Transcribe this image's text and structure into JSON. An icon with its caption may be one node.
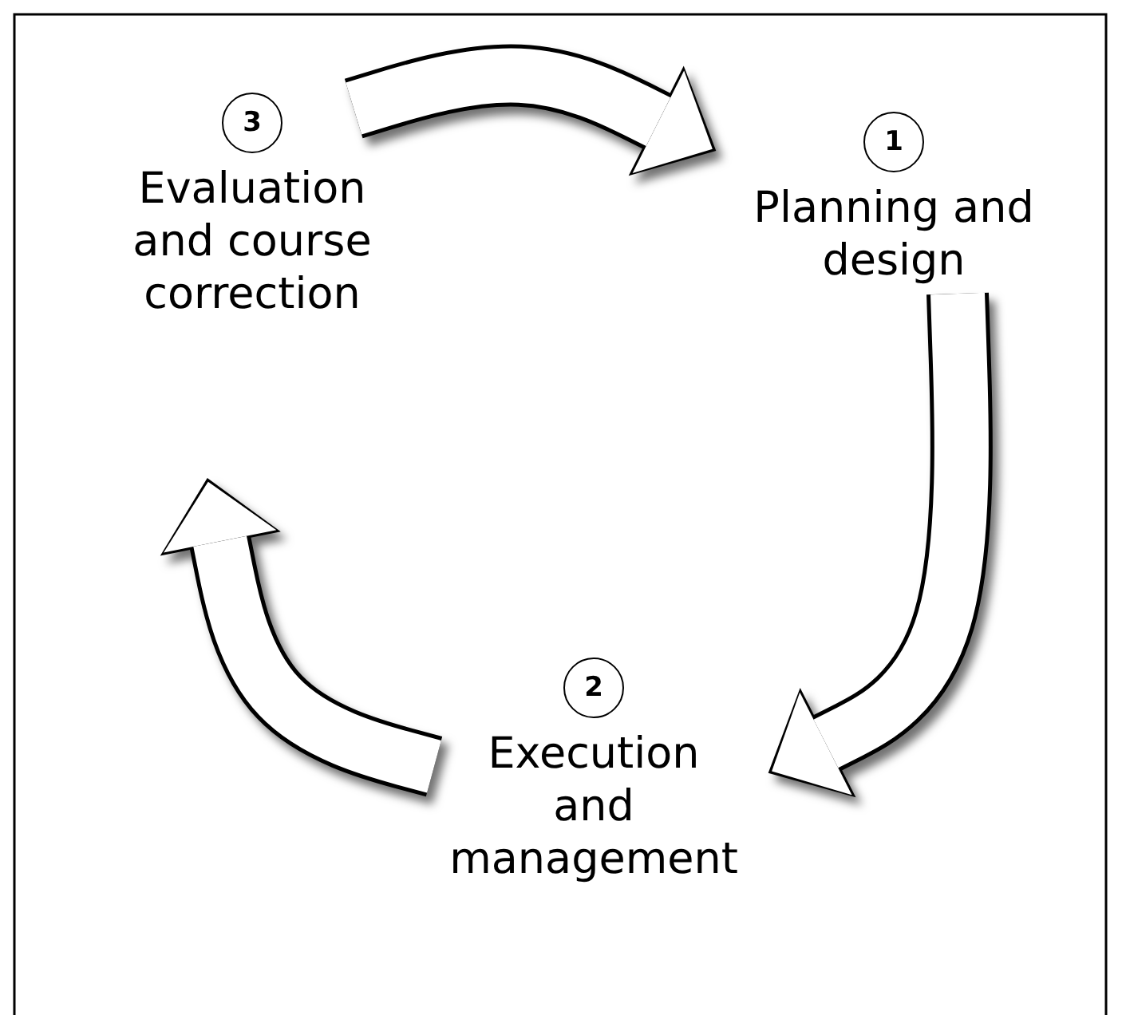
{
  "diagram": {
    "nodes": [
      {
        "text": [
          "3",
          "Evaluation and course correction"
        ]
      },
      {
        "text": [
          "1",
          "Planning and design"
        ]
      },
      {
        "text": [
          "2",
          "Execution and management"
        ]
      }
    ],
    "edges": [
      {
        "from": 0,
        "to": 1,
        "arrow": "to"
      },
      {
        "from": 1,
        "to": 2,
        "arrow": "to"
      },
      {
        "from": 2,
        "to": 0,
        "arrow": "to"
      }
    ]
  }
}
